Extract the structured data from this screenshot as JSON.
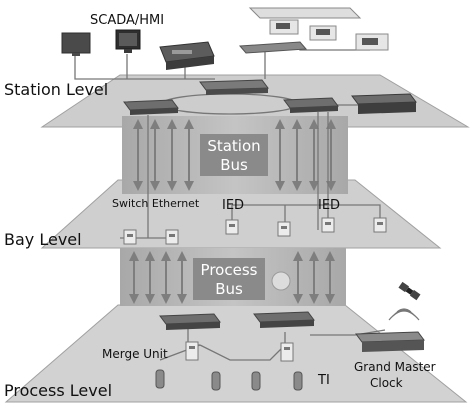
{
  "levels": {
    "station": "Station Level",
    "bay": "Bay Level",
    "process": "Process Level"
  },
  "labels": {
    "scada": "SCADA/HMI",
    "switch": "Switch Ethernet",
    "ied_left": "IED",
    "ied_right": "IED",
    "merge_unit": "Merge Unit",
    "ti": "TI",
    "grand_master_line1": "Grand Master",
    "grand_master_line2": "Clock"
  },
  "buses": {
    "station_line1": "Station",
    "station_line2": "Bus",
    "process_line1": "Process",
    "process_line2": "Bus"
  },
  "colors": {
    "plane": "#cfcfcf",
    "plane_edge": "#9a9a9a",
    "bus_box": "#8c8c8c",
    "bus_column": "#b4b4b4",
    "device_dark": "#4a4a4a",
    "device_light": "#e6e6e6",
    "cable": "#7a7a7a"
  },
  "icons": [
    "monitor-icon",
    "server-icon",
    "switch-icon",
    "ied-icon",
    "satellite-icon",
    "antenna-waves-icon",
    "transformer-icon"
  ]
}
